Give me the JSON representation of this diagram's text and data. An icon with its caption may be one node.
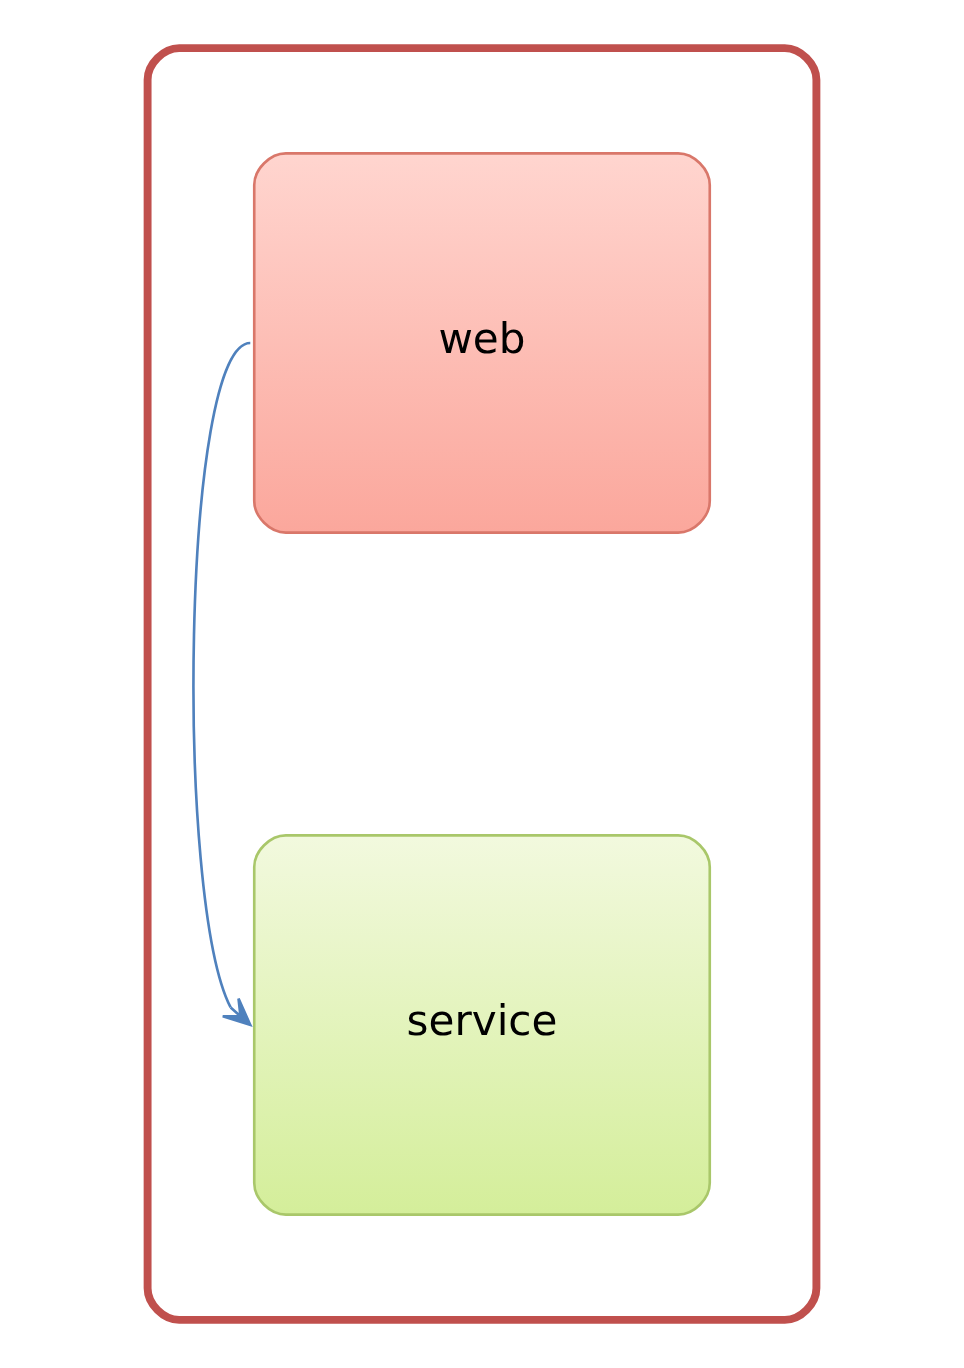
{
  "diagram": {
    "nodes": [
      {
        "text": [],
        "shape": "box"
      },
      {
        "text": [
          "web"
        ],
        "in": 0
      },
      {
        "text": [
          "service"
        ],
        "in": 0
      }
    ],
    "edges": [
      {
        "from": 1,
        "to": 2,
        "arrow": "to",
        "color": "#4f81bd"
      }
    ]
  }
}
